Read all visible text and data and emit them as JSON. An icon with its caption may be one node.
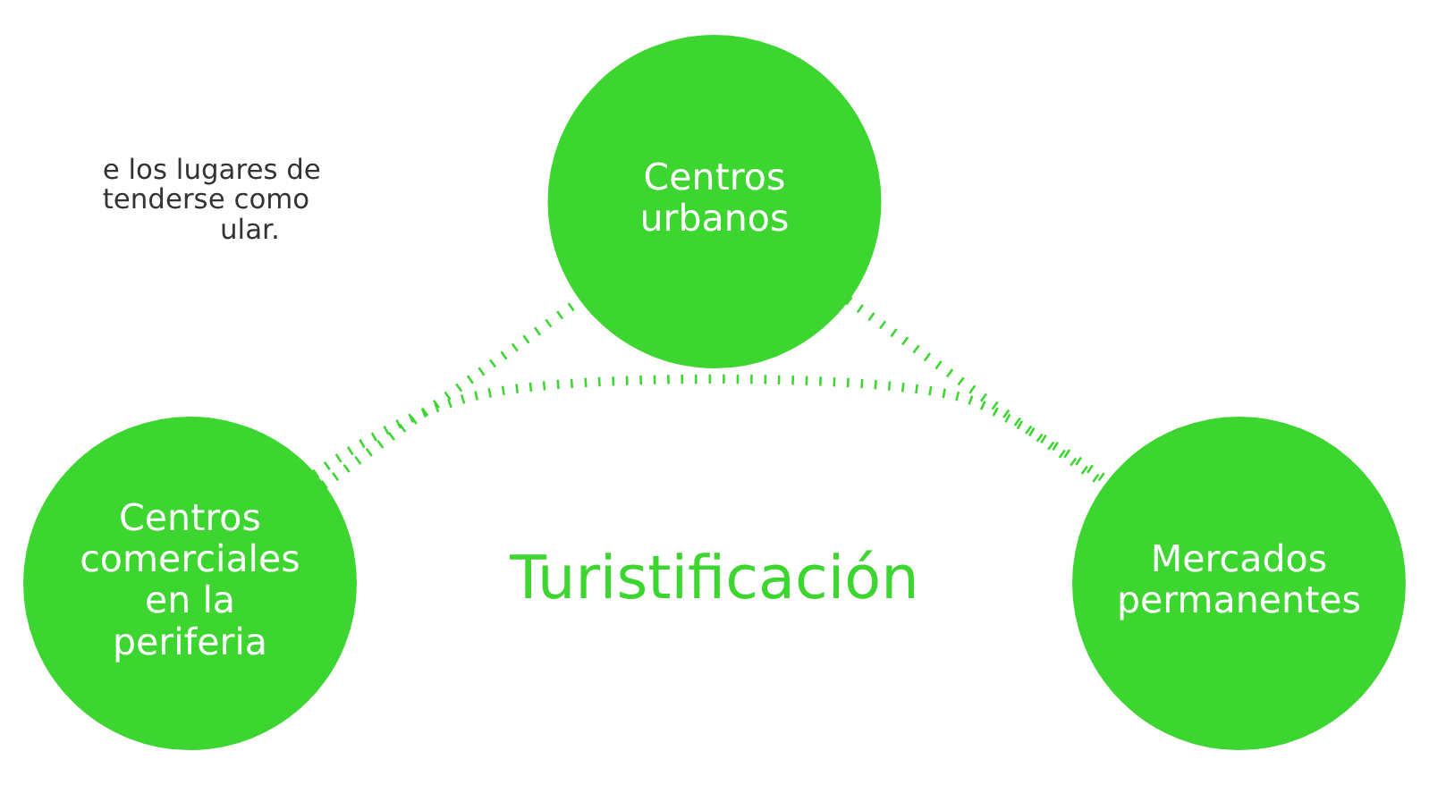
{
  "diagram": {
    "nodes": [
      {
        "text": [
          "Centros urbanos"
        ]
      },
      {
        "text": [
          "Centros comerciales en la periferia"
        ]
      },
      {
        "text": [
          "Mercados permanentes"
        ]
      }
    ],
    "edges": [
      {
        "from": 1,
        "to": 0,
        "arrow": "none"
      },
      {
        "from": 0,
        "to": 2,
        "arrow": "none"
      },
      {
        "from": 1,
        "to": 2,
        "arrow": "none"
      }
    ],
    "labels": [
      "e los lugares de tenderse como ular.",
      "Turistificación"
    ]
  }
}
